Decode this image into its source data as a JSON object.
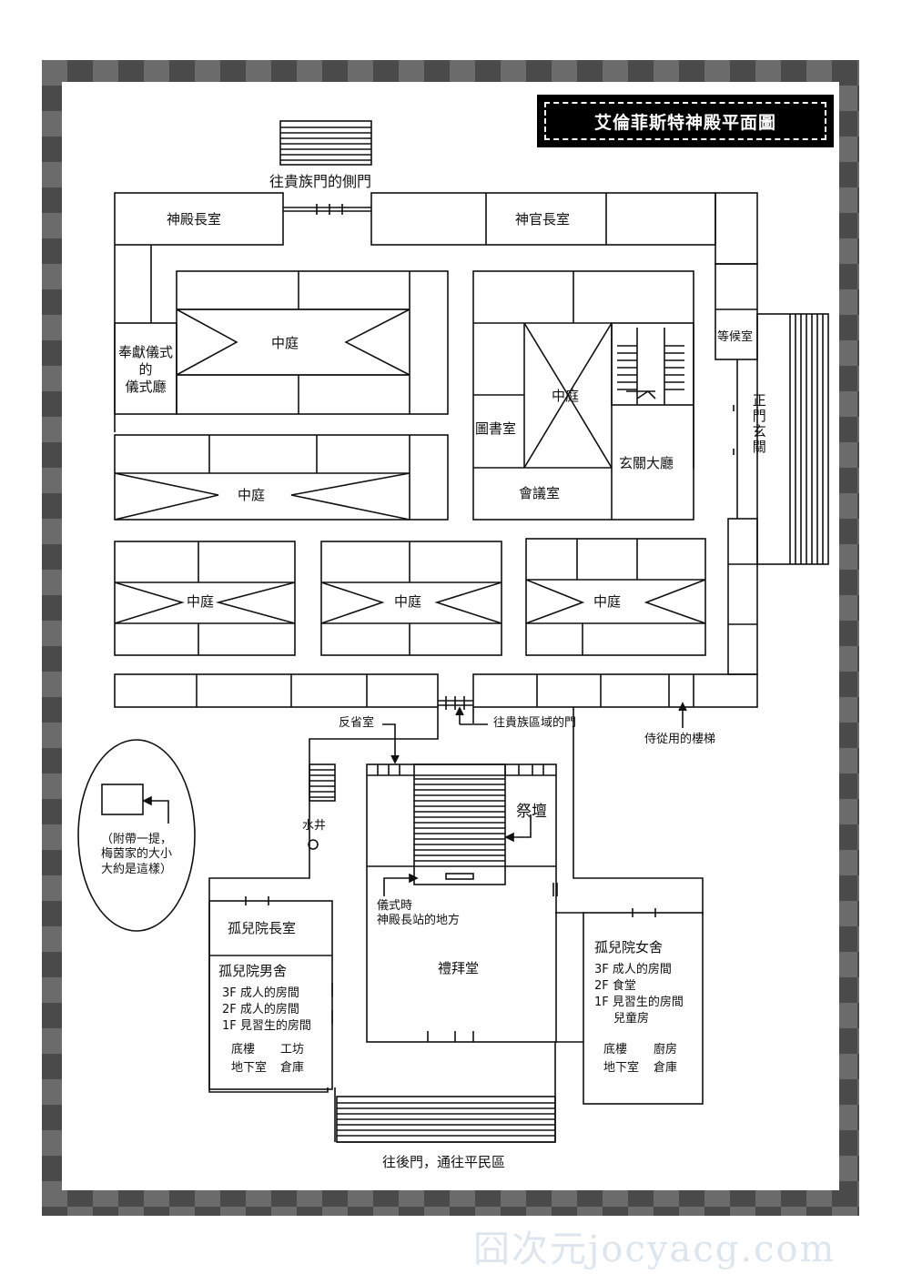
{
  "title": "艾倫菲斯特神殿平面圖",
  "rooms": {
    "temple_head_room": "神殿長室",
    "priest_head_room": "神官長室",
    "waiting_room": "等候室",
    "offering_ritual_hall": "奉獻儀式\n的\n儀式廳",
    "courtyard": "中庭",
    "library": "圖書室",
    "meeting_room": "會議室",
    "entrance_hall": "玄關大廳",
    "main_entrance": "正門玄關",
    "altar": "祭壇",
    "chapel": "禮拜堂",
    "orphanage_director_room": "孤兒院長室",
    "boys_dorm_title": "孤兒院男舍",
    "boys_dorm_floors": [
      "3F 成人的房間",
      "2F 成人的房間",
      "1F 見習生的房間"
    ],
    "boys_dorm_basement": [
      "底樓",
      "工坊",
      "地下室",
      "倉庫"
    ],
    "girls_dorm_title": "孤兒院女舍",
    "girls_dorm_floors": [
      "3F 成人的房間",
      "2F 食堂",
      "1F 見習生的房間",
      "兒童房"
    ],
    "girls_dorm_basement": [
      "底樓",
      "廚房",
      "地下室",
      "倉庫"
    ]
  },
  "labels": {
    "noble_side_gate": "往貴族門的側門",
    "reflection_room": "反省室",
    "noble_area_gate": "往貴族區域的門",
    "servant_stairs": "侍從用的樓梯",
    "well": "水井",
    "ceremony_position": "儀式時\n神殿長站的地方",
    "back_gate": "往後門，通往平民區",
    "myne_house_note": "（附帶一提，\n梅茵家的大小\n大約是這樣）"
  },
  "watermark": "囧次元jocyacg.com"
}
